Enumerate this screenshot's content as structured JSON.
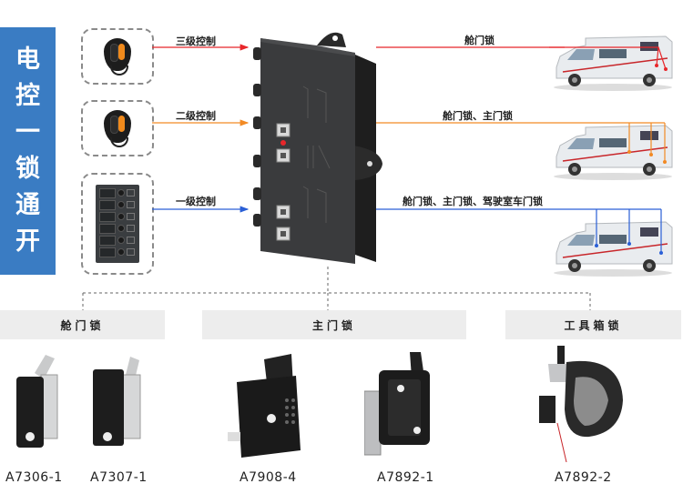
{
  "title_panel": {
    "chars": [
      "电",
      "控",
      "一",
      "锁",
      "通",
      "开"
    ]
  },
  "control_levels": [
    {
      "label": "三级控制",
      "device": "remote-fob-icon",
      "color": "#e8262a",
      "output_label": "舱门锁"
    },
    {
      "label": "二级控制",
      "device": "remote-fob-icon",
      "color": "#f28a24",
      "output_label": "舱门锁、主门锁"
    },
    {
      "label": "一级控制",
      "device": "switch-panel-icon",
      "color": "#2a5fd6",
      "output_label": "舱门锁、主门锁、驾驶室车门锁"
    }
  ],
  "categories": [
    {
      "label": "舱门锁",
      "models": [
        "A7306-1",
        "A7307-1"
      ]
    },
    {
      "label": "主门锁",
      "models": [
        "A7908-4",
        "A7892-1"
      ]
    },
    {
      "label": "工具箱锁",
      "models": [
        "A7892-2"
      ]
    }
  ],
  "colors": {
    "panel_blue": "#3a7cc3",
    "category_bg": "#ededed"
  }
}
